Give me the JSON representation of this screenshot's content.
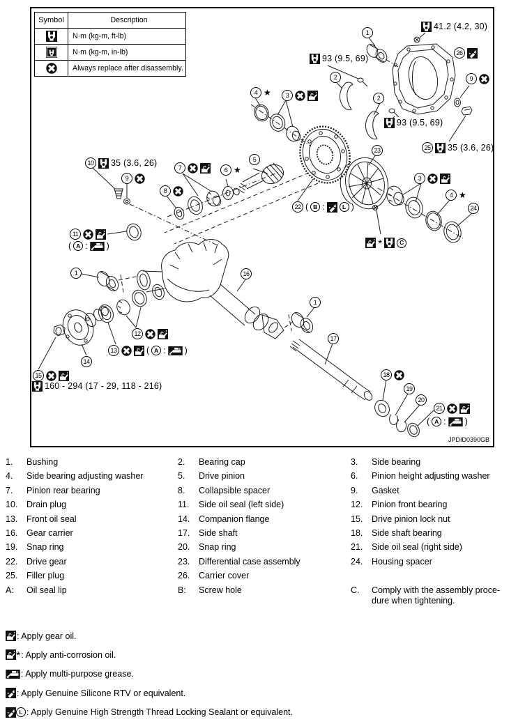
{
  "page": {
    "background": "#ffffff",
    "ink": "#000000"
  },
  "legend": {
    "header_symbol": "Symbol",
    "header_description": "Description",
    "rows": [
      {
        "icon": "torque-ftlb-icon",
        "description": "N·m (kg-m, ft-lb)"
      },
      {
        "icon": "torque-inlb-icon",
        "description": "N·m (kg-m, in-lb)"
      },
      {
        "icon": "replace-icon",
        "description": "Always replace after disassembly."
      }
    ]
  },
  "figure": {
    "id_code": "JPDID0390GB",
    "star": "★",
    "asterisk": "*",
    "syntax": {
      "open": "(",
      "close": ")",
      "colon": ":"
    },
    "circled": {
      "a": "A",
      "b": "B",
      "c": "C",
      "l": "L"
    },
    "callouts": {
      "bushing": "1",
      "bearing_cap": "2",
      "side_bearing": "3",
      "side_bearing_adjusting_washer": "4",
      "drive_pinion": "5",
      "pinion_height_adjusting_washer": "6",
      "pinion_rear_bearing": "7",
      "collapsible_spacer": "8",
      "gasket": "9",
      "drain_plug": "10",
      "side_oil_seal_left": "11",
      "pinion_front_bearing": "12",
      "front_oil_seal": "13",
      "companion_flange": "14",
      "drive_pinion_lock_nut": "15",
      "gear_carrier": "16",
      "side_shaft": "17",
      "side_shaft_bearing": "18",
      "snap_ring_19": "19",
      "snap_ring_20": "20",
      "side_oil_seal_right": "21",
      "drive_gear": "22",
      "differential_case": "23",
      "housing_spacer": "24",
      "filler_plug": "25",
      "carrier_cover": "26"
    },
    "torques": {
      "carrier_cover_bolt": "41.2 (4.2, 30)",
      "bearing_cap_bolt_upper": "93 (9.5, 69)",
      "bearing_cap_bolt_lower": "93 (9.5, 69)",
      "filler_plug": "35 (3.6, 26)",
      "drain_plug": "35 (3.6, 26)",
      "drive_pinion_lock_nut": "160 - 294 (17 - 29, 118 - 216)"
    }
  },
  "parts_list": {
    "items": [
      {
        "num": "1.",
        "label": "Bushing"
      },
      {
        "num": "2.",
        "label": "Bearing cap"
      },
      {
        "num": "3.",
        "label": "Side bearing"
      },
      {
        "num": "4.",
        "label": "Side bearing adjusting washer"
      },
      {
        "num": "5.",
        "label": "Drive pinion"
      },
      {
        "num": "6.",
        "label": "Pinion height adjusting washer"
      },
      {
        "num": "7.",
        "label": "Pinion rear bearing"
      },
      {
        "num": "8.",
        "label": "Collapsible spacer"
      },
      {
        "num": "9.",
        "label": "Gasket"
      },
      {
        "num": "10.",
        "label": "Drain plug"
      },
      {
        "num": "11.",
        "label": "Side oil seal (left side)"
      },
      {
        "num": "12.",
        "label": "Pinion front bearing"
      },
      {
        "num": "13.",
        "label": "Front oil seal"
      },
      {
        "num": "14.",
        "label": "Companion flange"
      },
      {
        "num": "15.",
        "label": "Drive pinion lock nut"
      },
      {
        "num": "16.",
        "label": "Gear carrier"
      },
      {
        "num": "17.",
        "label": "Side shaft"
      },
      {
        "num": "18.",
        "label": "Side shaft bearing"
      },
      {
        "num": "19.",
        "label": "Snap ring"
      },
      {
        "num": "20.",
        "label": "Snap ring"
      },
      {
        "num": "21.",
        "label": "Side oil seal (right side)"
      },
      {
        "num": "22.",
        "label": "Drive gear"
      },
      {
        "num": "23.",
        "label": "Differential case assembly"
      },
      {
        "num": "24.",
        "label": "Housing spacer"
      },
      {
        "num": "25.",
        "label": "Filler plug"
      },
      {
        "num": "26.",
        "label": "Carrier cover"
      },
      {
        "num": "A:",
        "label": "Oil seal lip"
      },
      {
        "num": "B:",
        "label": "Screw hole"
      },
      {
        "num": "C.",
        "label": "Comply with the assembly proce-\ndure when tightening."
      }
    ]
  },
  "notes": [
    {
      "icon": "gear-oil-icon",
      "text": ": Apply gear oil."
    },
    {
      "icon": "gear-oil-icon",
      "modifier": "*",
      "text": ": Apply anti-corrosion oil."
    },
    {
      "icon": "grease-icon",
      "text": ": Apply multi-purpose grease."
    },
    {
      "icon": "rtv-icon",
      "text": ": Apply Genuine Silicone RTV or equivalent."
    },
    {
      "icon": "rtv-icon",
      "modifier": "L",
      "text": ": Apply Genuine High Strength Thread Locking Sealant or equivalent."
    }
  ],
  "icon_shapes": {
    "torque-ftlb-icon": "black square with white open-end wrench head",
    "torque-inlb-icon": "black square with white inner frame and white open-end wrench head",
    "replace-icon": "black circle with thick white X",
    "gear-oil-icon": "black square with white oil can",
    "grease-icon": "black rectangle with white grease gun",
    "rtv-icon": "black square with white sealant tube"
  }
}
